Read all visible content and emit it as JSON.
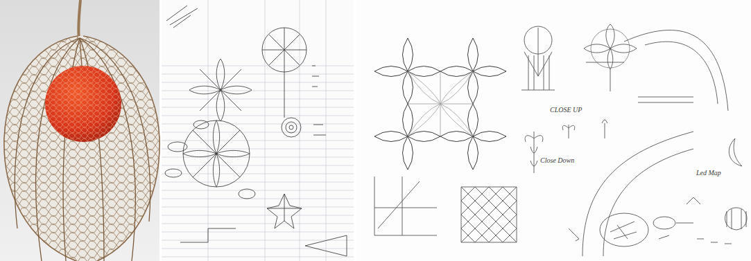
{
  "diagram": {
    "labels": [
      "CLOSE UP",
      "Close Down",
      "Led Map"
    ]
  }
}
